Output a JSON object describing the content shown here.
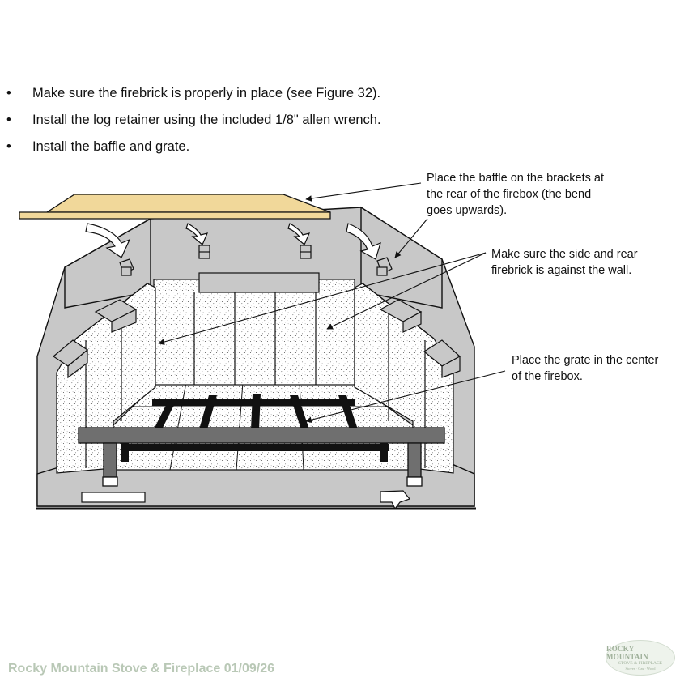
{
  "instructions": [
    {
      "bullet": "•",
      "text": "Make sure the firebrick is properly in place (see Figure 32)."
    },
    {
      "bullet": "•",
      "text": "Install the log retainer using the included 1/8\" allen wrench."
    },
    {
      "bullet": "•",
      "text": "Install the baffle and grate."
    }
  ],
  "figure": {
    "callouts": {
      "baffle": "Place the baffle on the brackets at\nthe rear of the firebox (the bend\ngoes upwards).",
      "firebrick": "Make sure the side and rear\nfirebrick is against the wall.",
      "grate": "Place the grate in the center\nof the firebox."
    },
    "colors": {
      "baffle_fill": "#f1d89a",
      "steel_gray": "#c8c8c8",
      "firebrick_fill": "#ffffff",
      "grate_fill": "#111111",
      "outline": "#111111"
    }
  },
  "footer": {
    "text": "Rocky Mountain Stove & Fireplace  01/09/26",
    "logo": {
      "line1": "ROCKY MOUNTAIN",
      "line2": "STOVE & FIREPLACE",
      "line3": "Stoves · Gas · Wood"
    }
  }
}
